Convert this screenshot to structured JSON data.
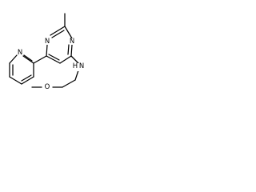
{
  "molecule": {
    "atoms": {
      "n_ring_top": "N",
      "n_ring_bottom": "N",
      "n_pyridine": "N",
      "n_amine": "N",
      "h_amine": "H",
      "o_ether": "O"
    },
    "colors": {
      "bond": "#000000",
      "label": "#000000",
      "background": "#ffffff"
    }
  }
}
